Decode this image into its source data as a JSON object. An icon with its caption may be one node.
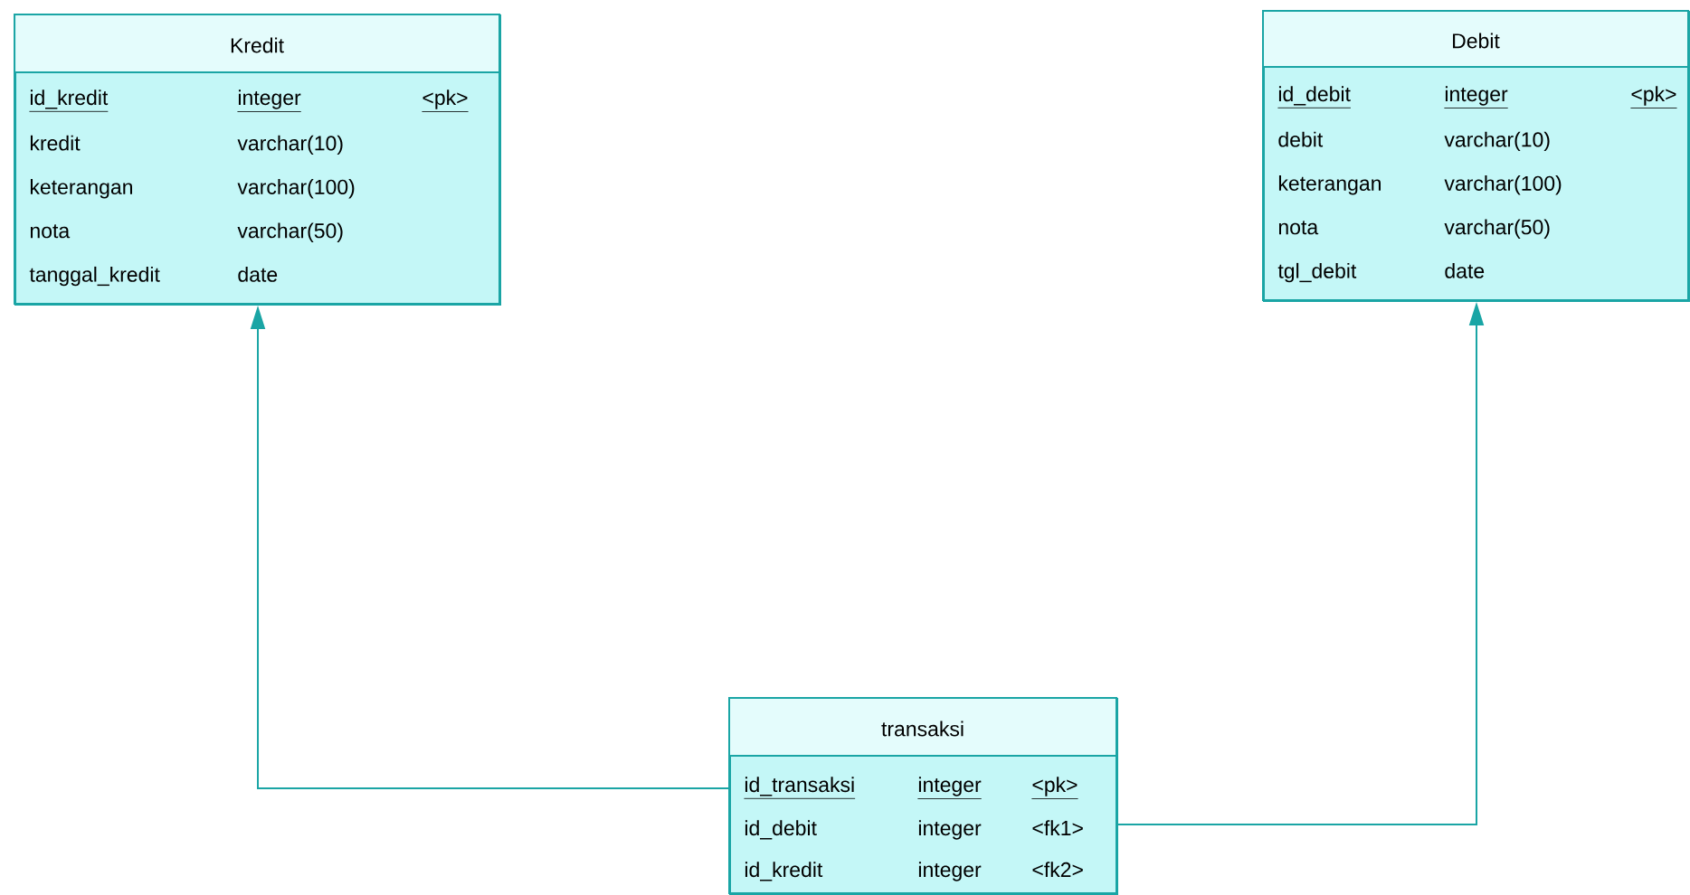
{
  "diagram": {
    "nodes": [
      {
        "text": [
          "Kredit"
        ]
      },
      {
        "text": [
          "id_kredit",
          "integer",
          "<pk>"
        ],
        "in": 0
      },
      {
        "text": [
          "kredit",
          "varchar(10)"
        ],
        "in": 0
      },
      {
        "text": [
          "keterangan",
          "varchar(100)"
        ],
        "in": 0
      },
      {
        "text": [
          "nota",
          "varchar(50)"
        ],
        "in": 0
      },
      {
        "text": [
          "tanggal_kredit",
          "date"
        ],
        "in": 0
      },
      {
        "text": [
          "Debit"
        ]
      },
      {
        "text": [
          "id_debit",
          "integer",
          "<pk>"
        ],
        "in": 6
      },
      {
        "text": [
          "debit",
          "varchar(10)"
        ],
        "in": 6
      },
      {
        "text": [
          "keterangan",
          "varchar(100)"
        ],
        "in": 6
      },
      {
        "text": [
          "nota",
          "varchar(50)"
        ],
        "in": 6
      },
      {
        "text": [
          "tgl_debit",
          "date"
        ],
        "in": 6
      },
      {
        "text": [
          "transaksi"
        ]
      },
      {
        "text": [
          "id_transaksi",
          "integer",
          "<pk>"
        ],
        "in": 12
      },
      {
        "text": [
          "id_debit",
          "integer",
          "<fk1>"
        ],
        "in": 12
      },
      {
        "text": [
          "id_kredit",
          "integer",
          "<fk2>"
        ],
        "in": 12
      }
    ],
    "edges": [
      {
        "from": 12,
        "to": 0,
        "arrow": "to"
      },
      {
        "from": 12,
        "to": 6,
        "arrow": "to"
      }
    ]
  }
}
